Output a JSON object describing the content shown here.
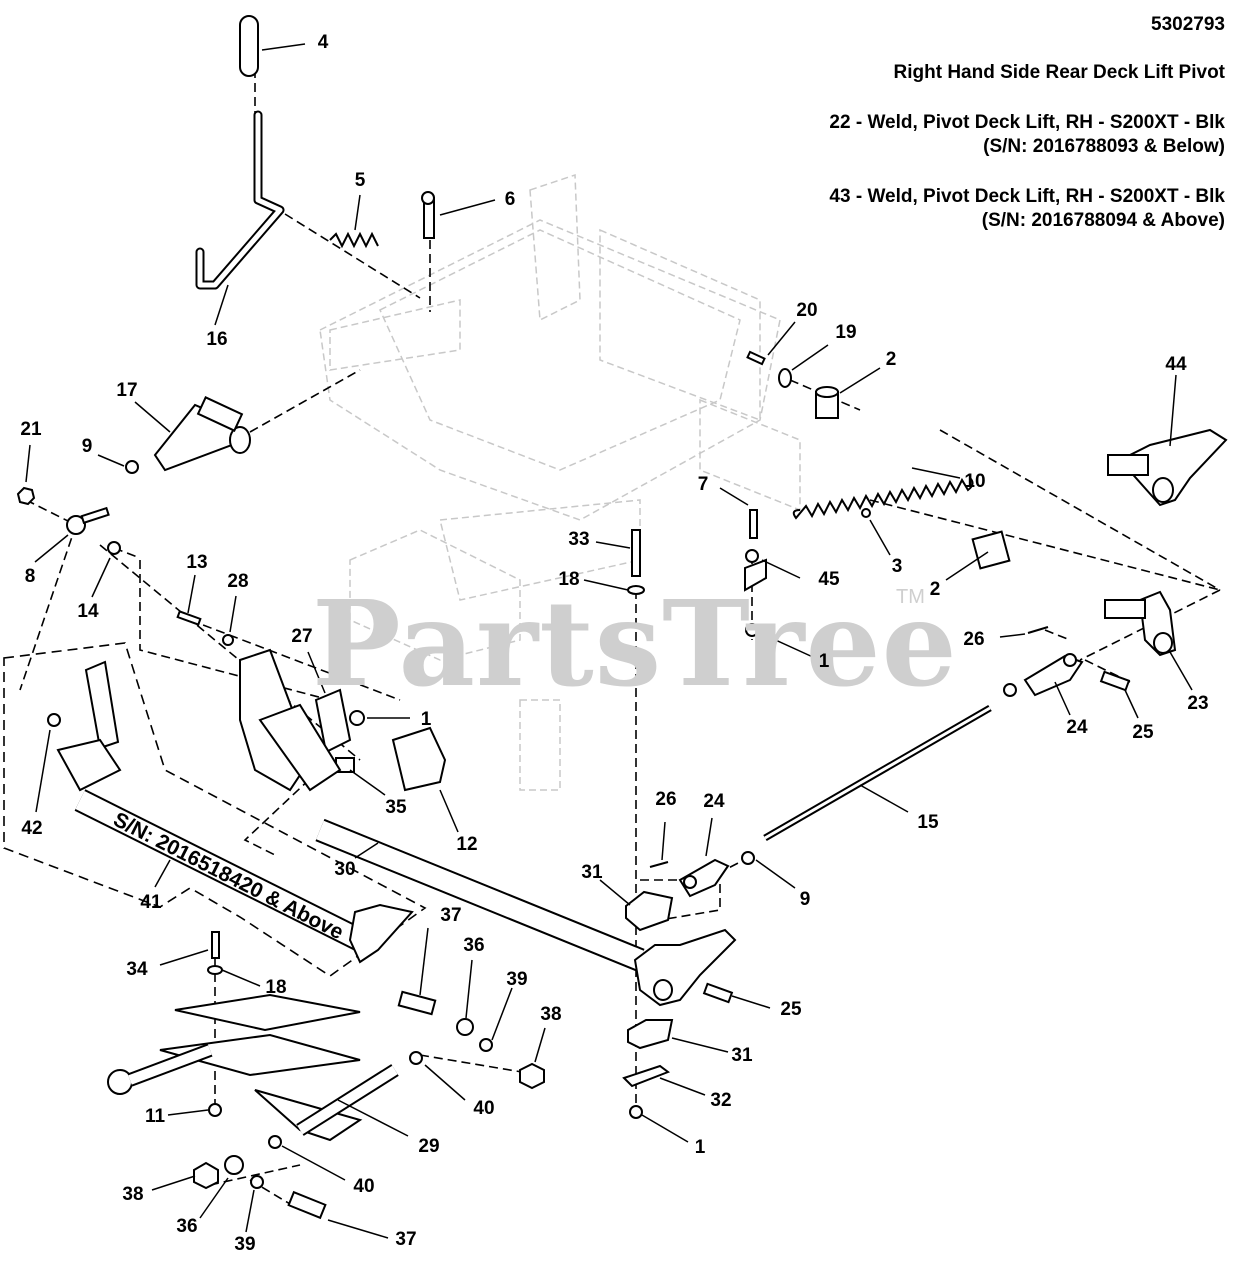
{
  "header": {
    "doc_number": "5302793",
    "title": "Right Hand Side Rear Deck Lift Pivot",
    "note22_line1": "22 - Weld, Pivot Deck Lift, RH - S200XT - Blk",
    "note22_line2": "(S/N: 2016788093 & Below)",
    "note43_line1": "43 - Weld, Pivot Deck Lift, RH - S200XT - Blk",
    "note43_line2": "(S/N: 2016788094 & Above)"
  },
  "watermark": {
    "text": "PartsTree",
    "trademark": "TM"
  },
  "serial_label": "S/N: 2016518420 & Above",
  "callouts": {
    "c4": "4",
    "c5": "5",
    "c6": "6",
    "c16": "16",
    "c17": "17",
    "c21": "21",
    "c9a": "9",
    "c8": "8",
    "c14": "14",
    "c13": "13",
    "c28": "28",
    "c27": "27",
    "c1a": "1",
    "c42": "42",
    "c41": "41",
    "c30": "30",
    "c35": "35",
    "c12": "12",
    "c20": "20",
    "c19": "19",
    "c2a": "2",
    "c44": "44",
    "c10": "10",
    "c7": "7",
    "c33": "33",
    "c18a": "18",
    "c45": "45",
    "c3": "3",
    "c2b": "2",
    "c1b": "1",
    "c26a": "26",
    "c23": "23",
    "c24a": "24",
    "c25a": "25",
    "c15": "15",
    "c26b": "26",
    "c24b": "24",
    "c9b": "9",
    "c31a": "31",
    "c37a": "37",
    "c36a": "36",
    "c39a": "39",
    "c38a": "38",
    "c34": "34",
    "c18b": "18",
    "c25b": "25",
    "c31b": "31",
    "c32": "32",
    "c1c": "1",
    "c11": "11",
    "c40a": "40",
    "c29": "29",
    "c40b": "40",
    "c38b": "38",
    "c36b": "36",
    "c39b": "39",
    "c37b": "37"
  }
}
